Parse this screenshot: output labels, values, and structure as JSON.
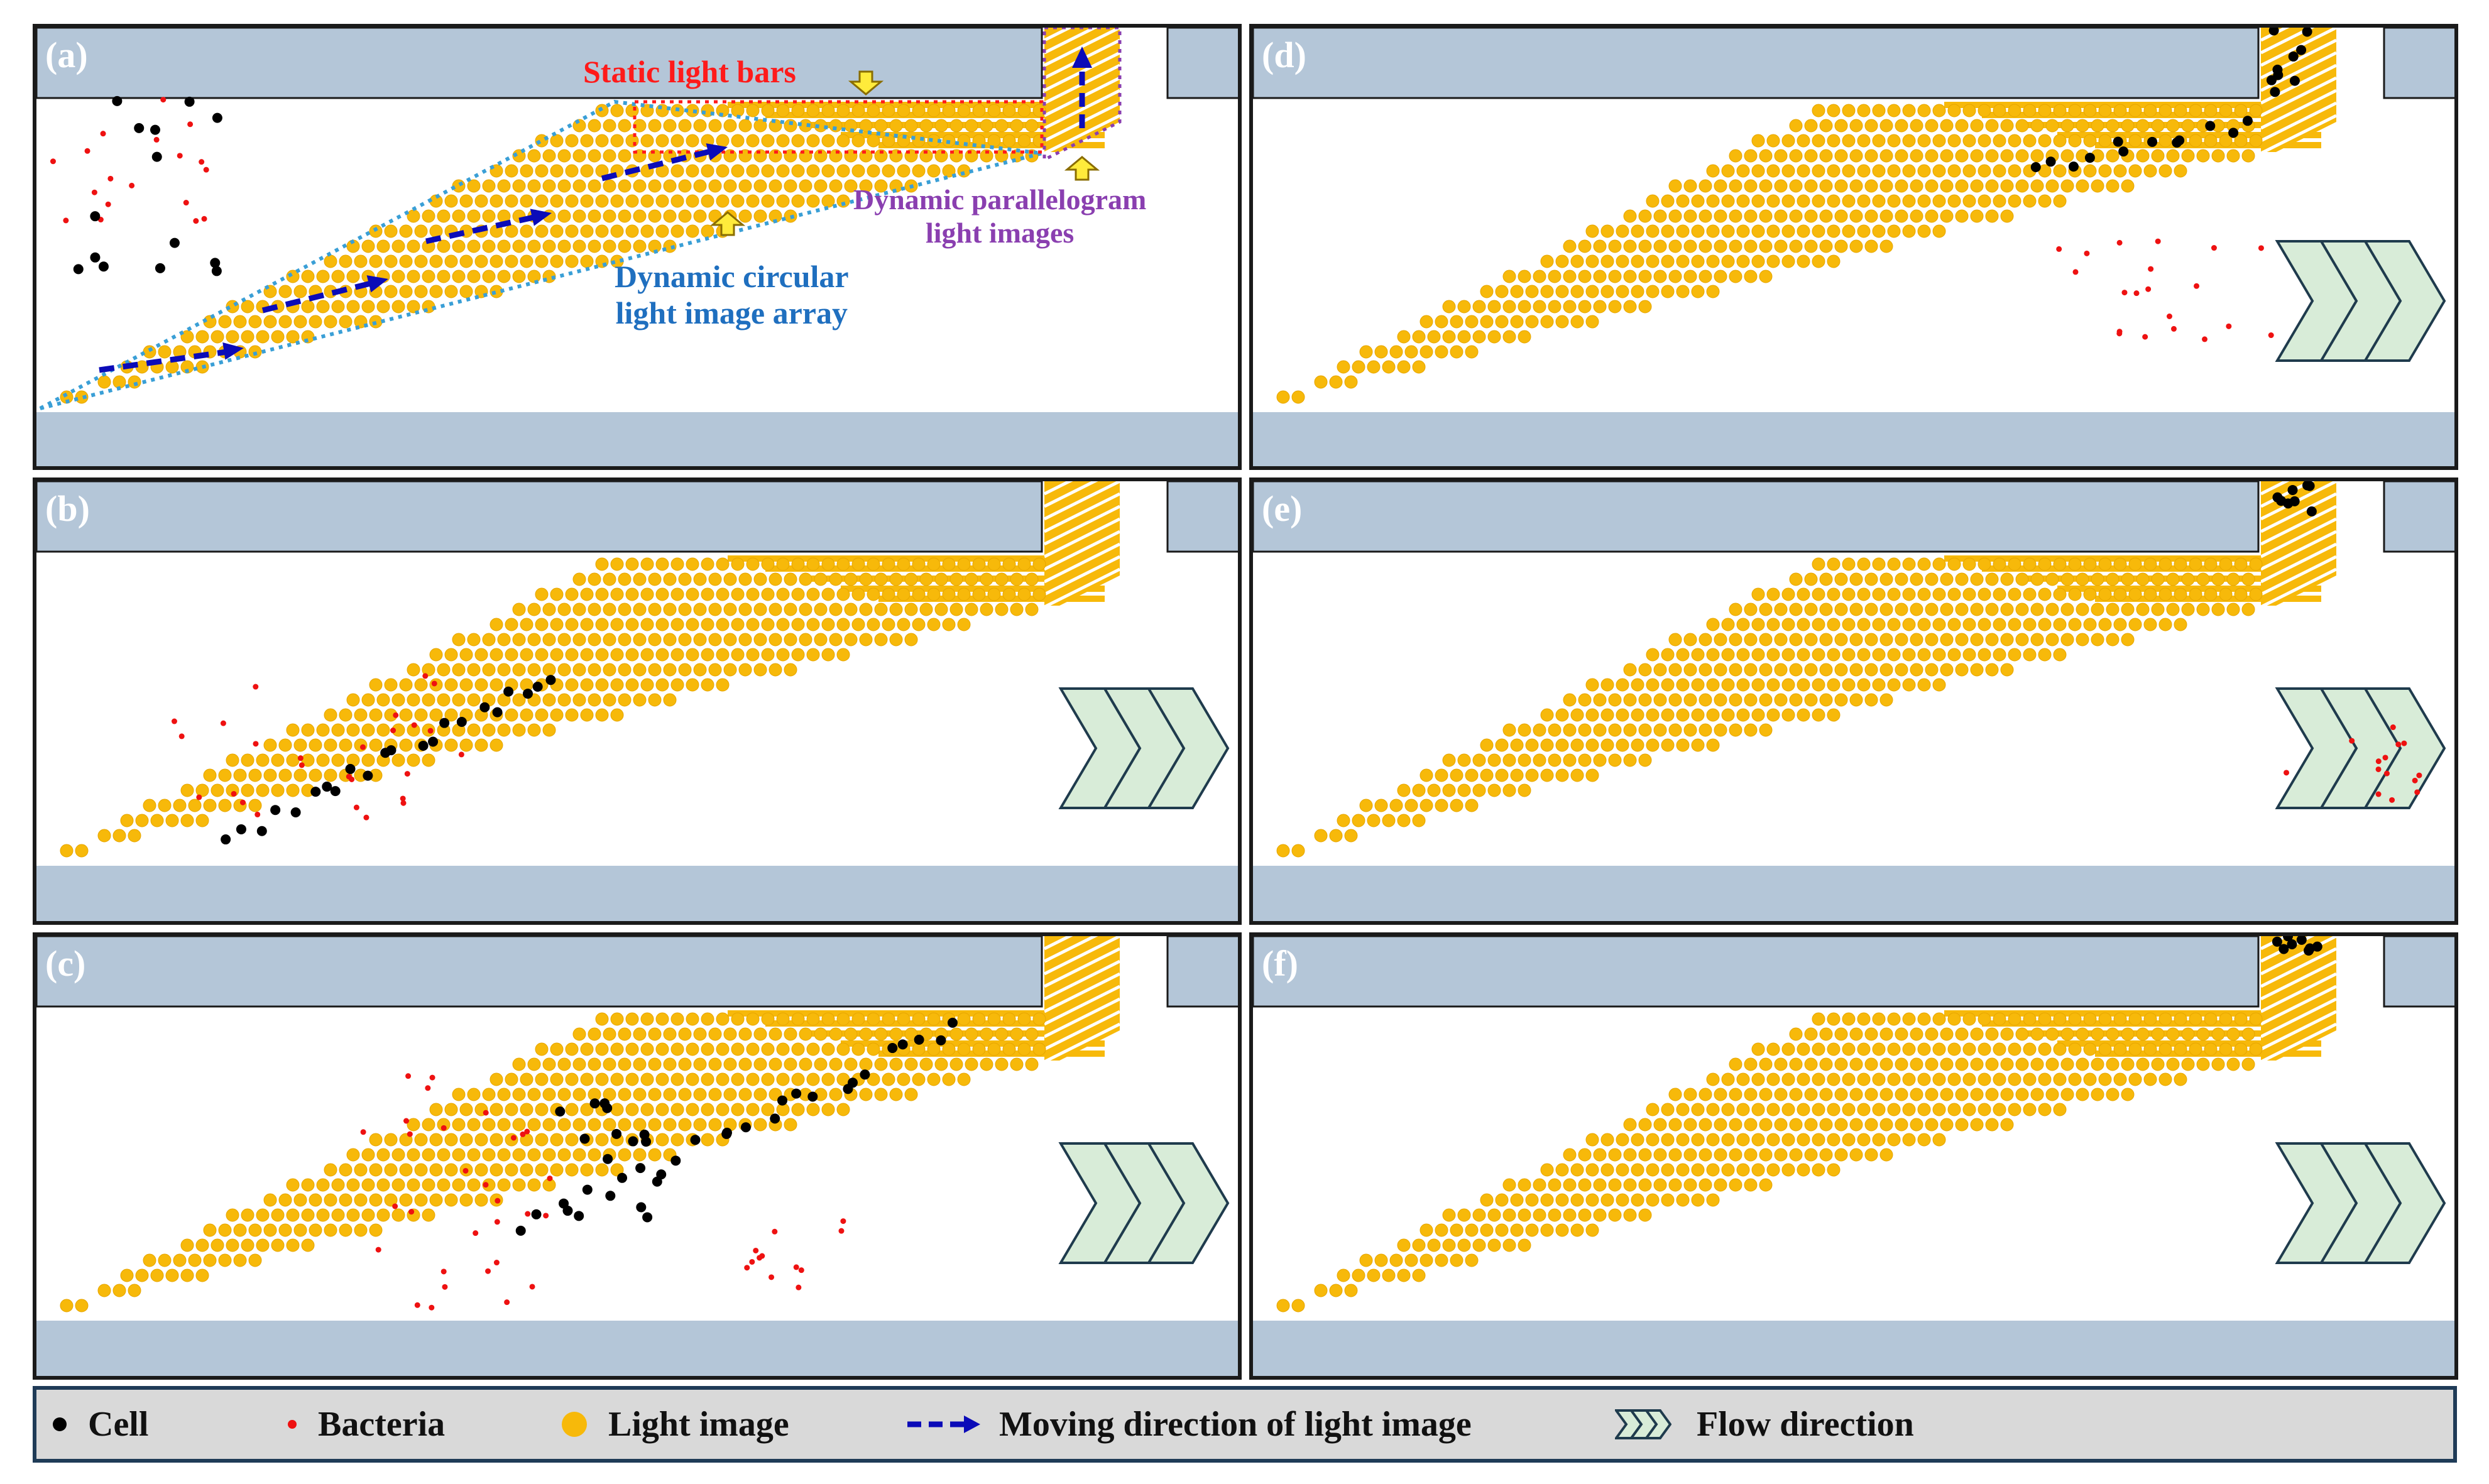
{
  "colors": {
    "wall": "#b4c6d8",
    "light": "#f7b90a",
    "light_stroke": "#e6a500",
    "cell": "#000000",
    "bacteria": "#ee1111",
    "arrow": "#0b0bb8",
    "flow_fill": "#d8ecd8",
    "flow_stroke": "#1f3b4d",
    "circ_outline": "#3a9fd6",
    "bar_outline": "#ff1a1a",
    "para_outline": "#8a3fb0",
    "label_red": "#ff1a1a",
    "label_purple": "#8a3fb0",
    "label_blue": "#1f6fbf"
  },
  "panels": [
    {
      "id": "a",
      "label": "(a)"
    },
    {
      "id": "b",
      "label": "(b)"
    },
    {
      "id": "c",
      "label": "(c)"
    },
    {
      "id": "d",
      "label": "(d)"
    },
    {
      "id": "e",
      "label": "(e)"
    },
    {
      "id": "f",
      "label": "(f)"
    }
  ],
  "annotations": {
    "static_light_bars": "Static light bars",
    "dynamic_parallelogram_1": "Dynamic parallelogram",
    "dynamic_parallelogram_2": "light images",
    "dynamic_circular_1": "Dynamic circular",
    "dynamic_circular_2": "light image array"
  },
  "legend": {
    "cell": "Cell",
    "bacteria": "Bacteria",
    "light_image": "Light image",
    "moving_direction": "Moving direction of light image",
    "flow_direction": "Flow direction",
    "icons": [
      "cell-dot-icon",
      "bacteria-dot-icon",
      "light-image-dot-icon",
      "dashed-arrow-icon",
      "chevron-flow-icon"
    ]
  }
}
